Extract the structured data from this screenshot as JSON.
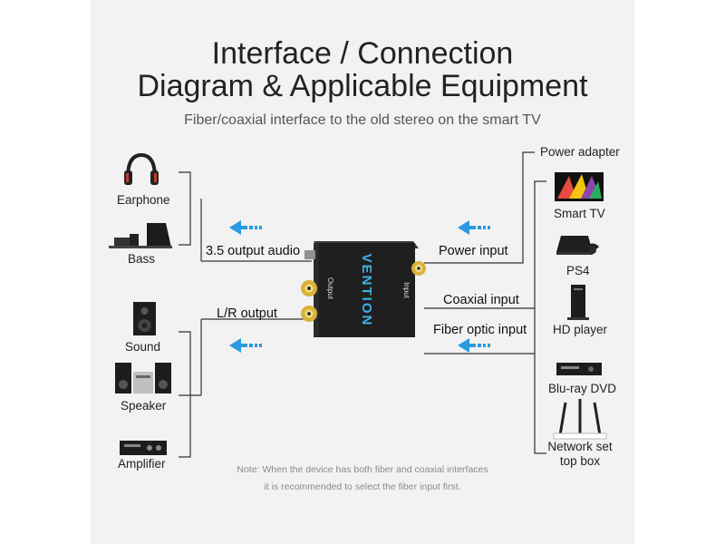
{
  "title_line1": "Interface / Connection",
  "title_line2": "Diagram & Applicable Equipment",
  "subtitle": "Fiber/coaxial interface to the old stereo on the smart TV",
  "left_devices": [
    "Earphone",
    "Bass",
    "Sound",
    "Speaker",
    "Amplifier"
  ],
  "right_devices": [
    "Power adapter",
    "Smart TV",
    "PS4",
    "HD player",
    "Blu-ray DVD",
    "Network set top box"
  ],
  "ports": {
    "out_35": "3.5 output audio",
    "lr_out": "L/R output",
    "power_in": "Power input",
    "coax_in": "Coaxial input",
    "fiber_in": "Fiber optic input"
  },
  "device_text": {
    "brand": "VENTION",
    "output": "Output",
    "input": "Input"
  },
  "note": {
    "line1": "Note: When the device has both fiber and coaxial interfaces",
    "line2": "it is recommended to select the fiber input first."
  },
  "colors": {
    "arrow": "#2a9be0",
    "line": "#333333",
    "device_body": "#1f1f1f",
    "brand_text": "#3fb0e6",
    "gold_jack": "#d8b23a"
  },
  "icons": [
    "headphones-icon",
    "subwoofer-icon",
    "speaker-icon",
    "hifi-system-icon",
    "amplifier-icon",
    "tv-icon",
    "ps4-console-icon",
    "hd-player-icon",
    "bluray-dvd-icon",
    "router-icon"
  ]
}
